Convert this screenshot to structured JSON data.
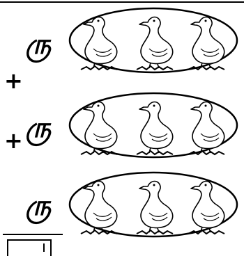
{
  "rows": [
    {
      "numeral": "ரு",
      "operator": "+",
      "duck_count": 3
    },
    {
      "numeral": "ரு",
      "operator": "+",
      "duck_count": 3
    },
    {
      "numeral": "ரு",
      "operator": "",
      "duck_count": 3
    }
  ],
  "colors": {
    "ink": "#000000",
    "paper": "#ffffff"
  },
  "icons": {
    "group_item": "duck-icon"
  }
}
